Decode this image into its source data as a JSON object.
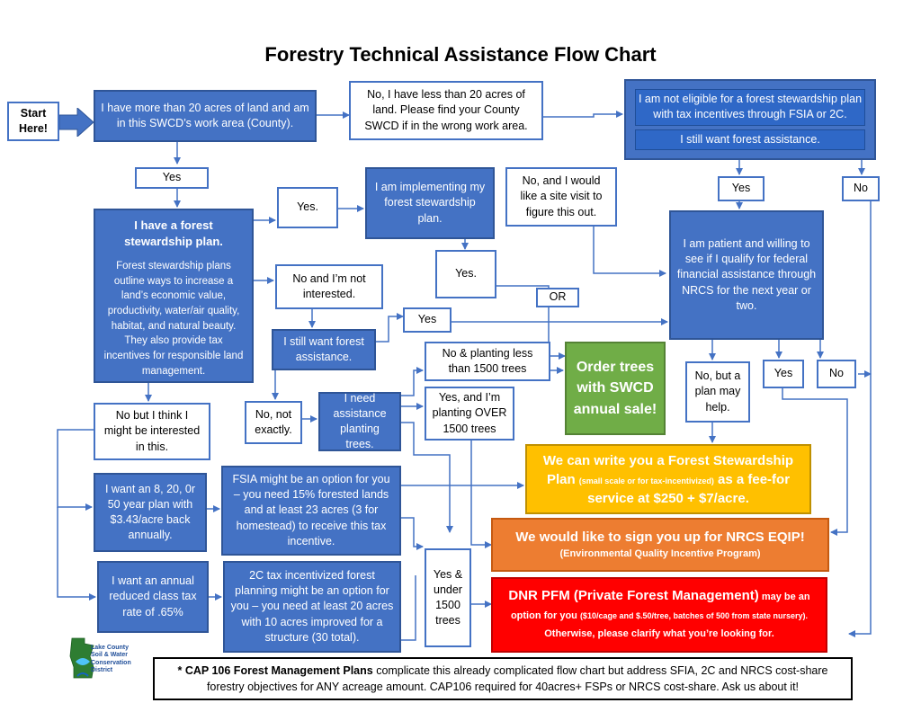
{
  "title": "Forestry Technical Assistance Flow Chart",
  "start_label": "Start Here!",
  "boxes": {
    "have_20_acres": "I have more than 20 acres of land and am in this SWCD’s work area (County).",
    "less_20_acres": "No, I have less than 20 acres of land. Please find your County SWCD if in the wrong work area.",
    "not_eligible": "I am not eligible for a forest stewardship plan with tax incentives through FSIA or 2C.",
    "still_want_forest": "I still want forest assistance.",
    "yes_top": "Yes",
    "yes_right": "Yes",
    "no_right": "No",
    "have_plan_title": "I have a forest stewardship plan.",
    "have_plan_body": "Forest stewardship plans outline ways to increase a land’s economic value, productivity, water/air quality, habitat, and natural beauty. They also provide tax incentives for responsible land management.",
    "yes_plan": "Yes.",
    "implementing": "I am implementing my forest stewardship plan.",
    "site_visit": "No, and I would like a site visit to figure this out.",
    "patient": "I am patient and willing to see if I qualify for federal financial assistance through NRCS for the next year or two.",
    "no_not_interested": "No and I’m not interested.",
    "yes_implementing": "Yes.",
    "or": "OR",
    "still_want_assistance": "I still want forest assistance.",
    "yes_still": "Yes",
    "no_planting_less": "No & planting less than 1500 trees",
    "order_trees": "Order trees with SWCD annual sale!",
    "no_plan_may_help": "No, but a plan may help.",
    "yes_patient": "Yes",
    "no_patient": "No",
    "maybe_interested": "No but I think I might be interested in this.",
    "no_not_exactly": "No, not exactly.",
    "need_planting": "I need assistance planting trees.",
    "yes_over_1500": "Yes, and I’m planting OVER 1500 trees",
    "want_8_20": "I want an 8, 20, 0r 50 year plan with $3.43/acre back annually.",
    "fsia_option": "FSIA might be an option for you – you need 15% forested lands and at least 23 acres (3 for homestead) to receive this tax incentive.",
    "want_reduced": "I want an annual reduced class tax rate of .65%",
    "two_c_option": "2C tax incentivized forest planning might be an option for you – you need at least 20 acres with 10 acres improved for a structure (30 total).",
    "yes_under_1500": "Yes & under 1500 trees"
  },
  "outcomes": {
    "write_plan_a": "We can write you a Forest Stewardship Plan ",
    "write_plan_small": "(small scale or for tax-incentivized)",
    "write_plan_b": " as a fee-for service at $250 + $7/acre.",
    "eqip_main": "We would like to sign you up for NRCS EQIP!",
    "eqip_sub": "(Environmental Quality Incentive Program)",
    "pfm_a": "DNR PFM (Private Forest Management)",
    "pfm_b": " may be an option for you ",
    "pfm_small": "($10/cage and $.50/tree, batches of 500 from state nursery).",
    "pfm_c": " Otherwise, please clarify what you’re looking for."
  },
  "footnote_lead": "* CAP 106 Forest Management Plans",
  "footnote_rest": " complicate this already complicated flow chart but address SFIA, 2C and NRCS cost-share forestry objectives for ANY acreage amount. CAP106 required for 40acres+ FSPs or NRCS cost-share. Ask us about it!",
  "logo_text": "Lake County\nSoil & Water\nConservation\nDistrict",
  "colors": {
    "blue_box": "#4472c4",
    "green_box": "#70ad47",
    "yellow_box": "#ffc000",
    "orange_box": "#ed7d31",
    "red_box": "#ff0000"
  }
}
